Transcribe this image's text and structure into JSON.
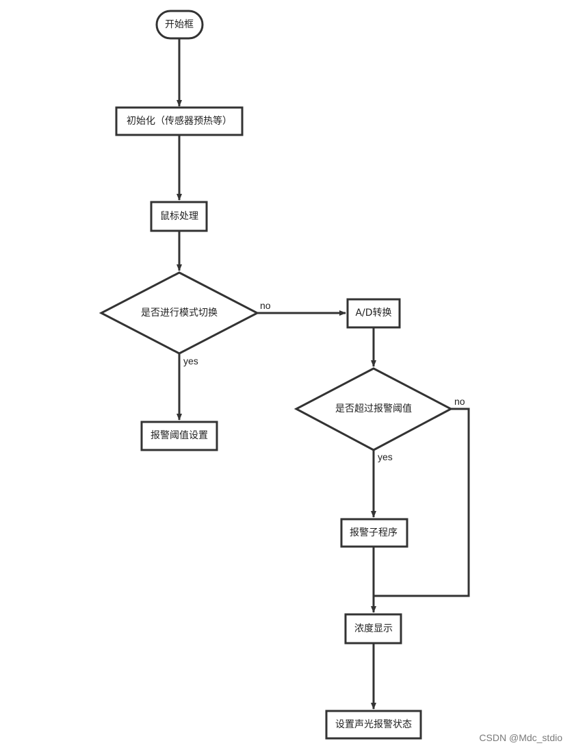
{
  "nodes": {
    "start": "开始框",
    "init": "初始化（传感器预热等）",
    "mouse": "鼠标处理",
    "mode_decision": "是否进行模式切换",
    "threshold_set": "报警阈值设置",
    "ad_convert": "A/D转换",
    "exceed_decision": "是否超过报警阈值",
    "alarm_sub": "报警子程序",
    "concentration": "浓度显示",
    "sound_light": "设置声光报警状态"
  },
  "edges": {
    "mode_no": "no",
    "mode_yes": "yes",
    "exceed_no": "no",
    "exceed_yes": "yes"
  },
  "watermark": "CSDN @Mdc_stdio"
}
